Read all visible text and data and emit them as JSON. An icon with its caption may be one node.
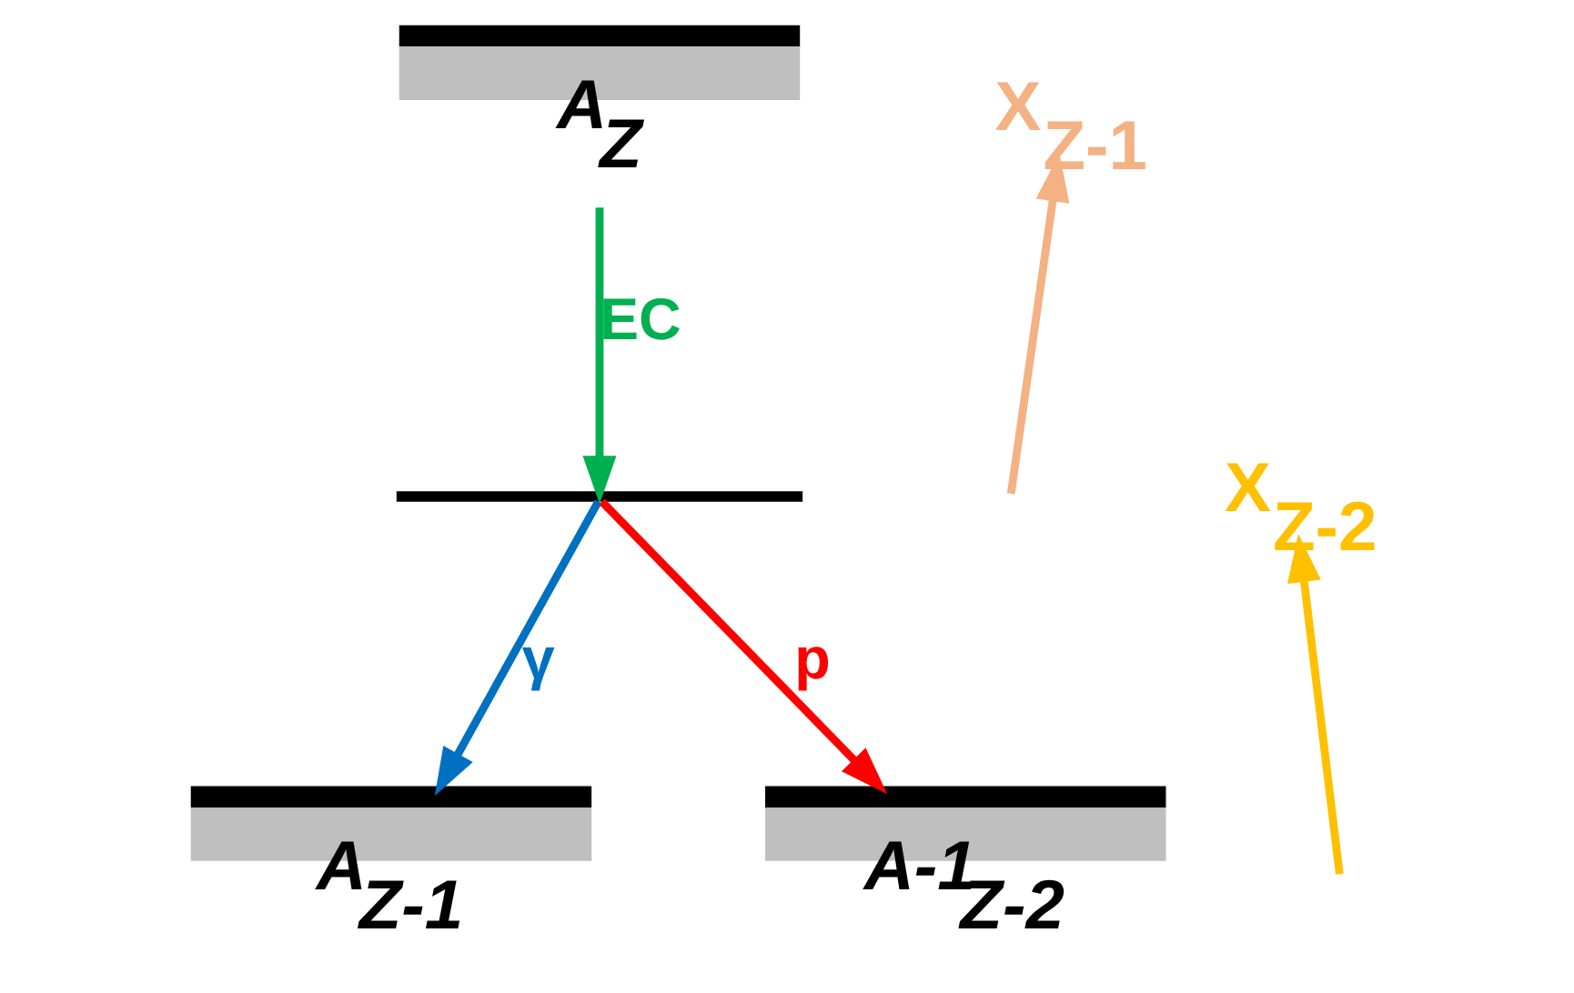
{
  "diagram": {
    "nodes": [
      {
        "text": [
          "$^{A}$Z"
        ]
      },
      {
        "text": [],
        "shape": "bar"
      },
      {
        "text": [
          "$^{A}$Z-1"
        ]
      },
      {
        "text": [
          "$^{A-1}$Z-2"
        ]
      },
      {
        "text": [
          "X$_{Z-1}$"
        ]
      },
      {
        "text": [
          "X$_{Z-2}$"
        ]
      }
    ],
    "edges": [
      {
        "from": 0,
        "to": 1,
        "arrow": "to",
        "label": "EC",
        "color": "#00b050"
      },
      {
        "from": 1,
        "to": 2,
        "arrow": "to",
        "label": "γ",
        "color": "#0070c0"
      },
      {
        "from": 1,
        "to": 3,
        "arrow": "to",
        "label": "p",
        "color": "#ff0000"
      },
      {
        "from": null,
        "to": 4,
        "arrow": "to",
        "color": "#f4b183"
      },
      {
        "from": null,
        "to": 5,
        "arrow": "to",
        "color": "#ffc000"
      }
    ]
  }
}
